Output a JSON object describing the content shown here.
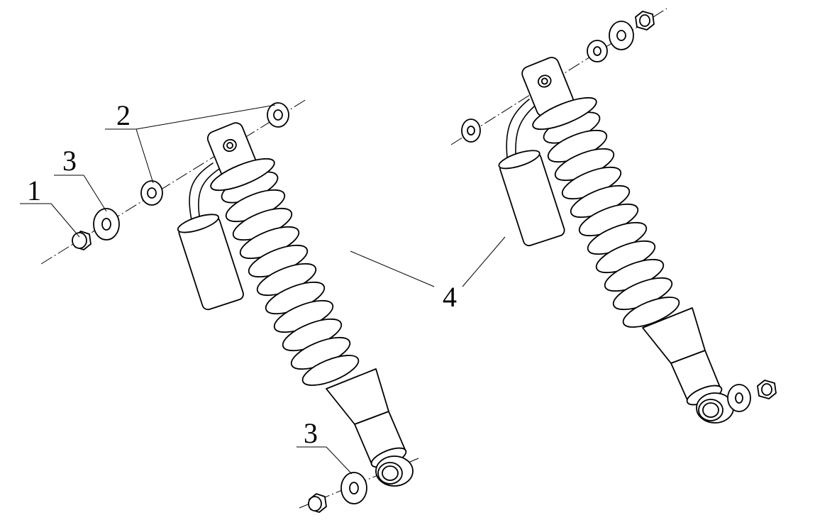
{
  "diagram": {
    "callouts": [
      {
        "id": "c1",
        "text": "1"
      },
      {
        "id": "c2",
        "text": "2"
      },
      {
        "id": "c3a",
        "text": "3"
      },
      {
        "id": "c3b",
        "text": "3"
      },
      {
        "id": "c4",
        "text": "4"
      }
    ],
    "colors": {
      "ink": "#000000",
      "paper": "#ffffff"
    }
  }
}
